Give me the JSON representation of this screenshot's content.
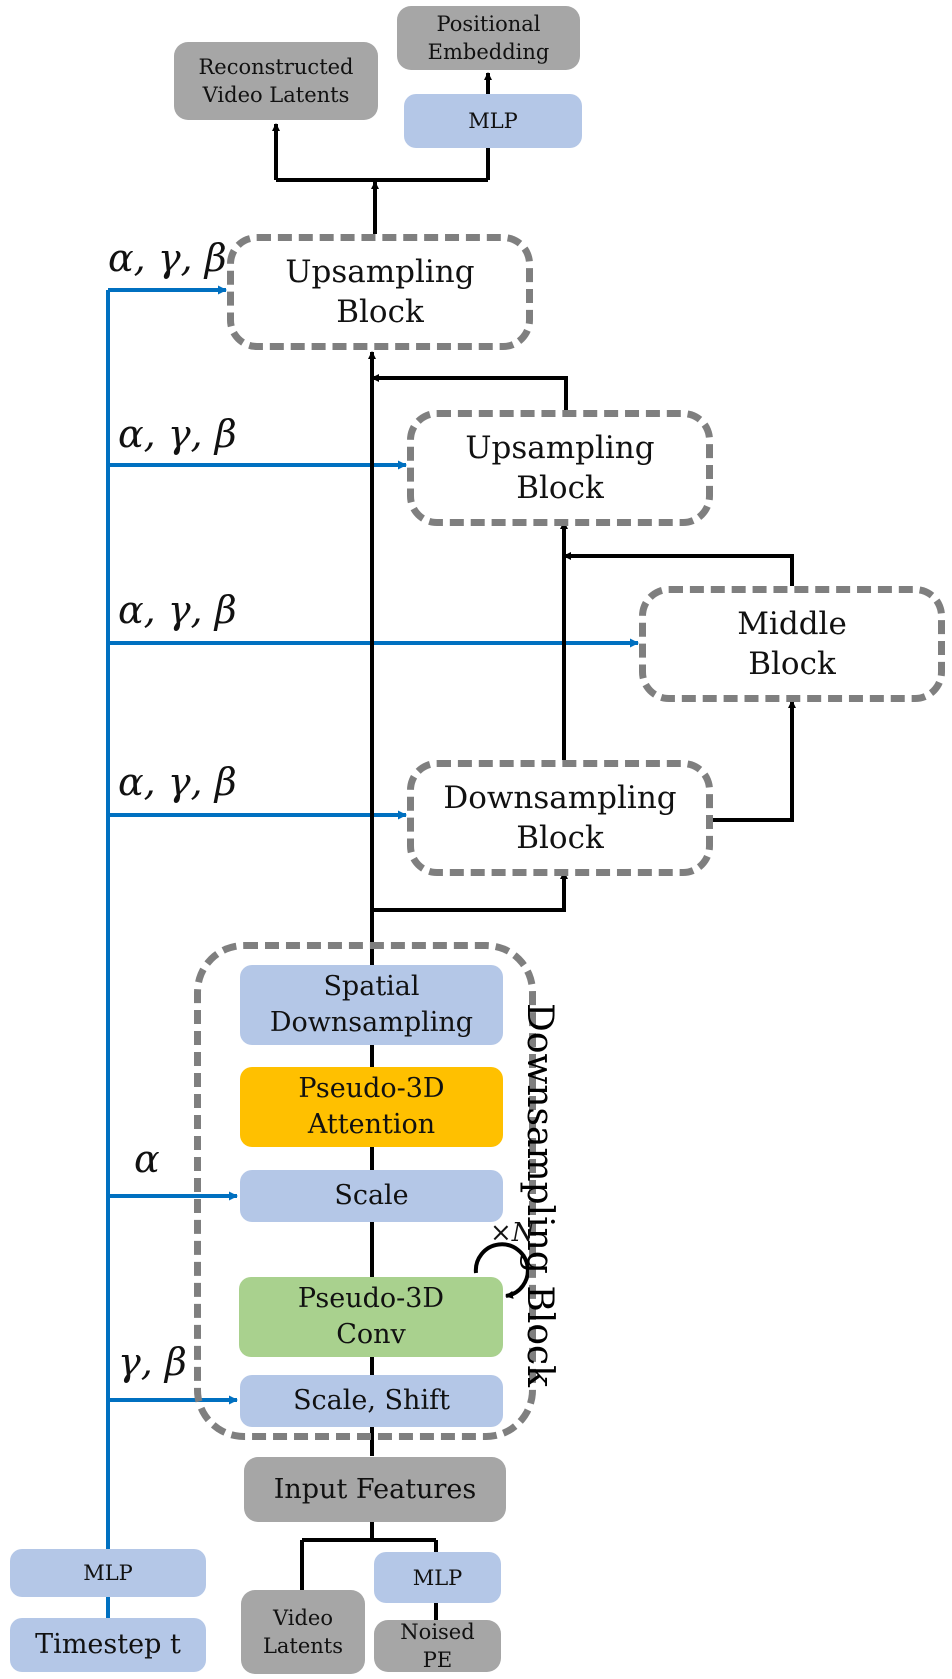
{
  "boxes": {
    "reconstructed": "Reconstructed\nVideo Latents",
    "positional": "Positional\nEmbedding",
    "mlp_top": "MLP",
    "up1": "Upsampling\nBlock",
    "up2": "Upsampling\nBlock",
    "middle": "Middle\nBlock",
    "down": "Downsampling\nBlock",
    "spatial": "Spatial\nDownsampling",
    "attention": "Pseudo-3D\nAttention",
    "scale": "Scale",
    "conv": "Pseudo-3D\nConv",
    "scale_shift": "Scale, Shift",
    "input": "Input  Features",
    "mlp_left": "MLP",
    "timestep": "Timestep t",
    "video_latents": "Video\nLatents",
    "mlp_right": "MLP",
    "noised_pe": "Noised\nPE"
  },
  "labels": {
    "agb1": "α, γ, β",
    "agb2": "α, γ, β",
    "agb3": "α, γ, β",
    "agb4": "α, γ, β",
    "alpha": "α",
    "gb": "γ, β",
    "repeat": "×N",
    "group": "Downsampling Block"
  },
  "colors": {
    "gray": "#a6a6a6",
    "blue": "#b4c7e7",
    "orange": "#ffc000",
    "green": "#a9d18e",
    "dash": "#7f7f7f",
    "conditioning_line": "#0070c0"
  }
}
